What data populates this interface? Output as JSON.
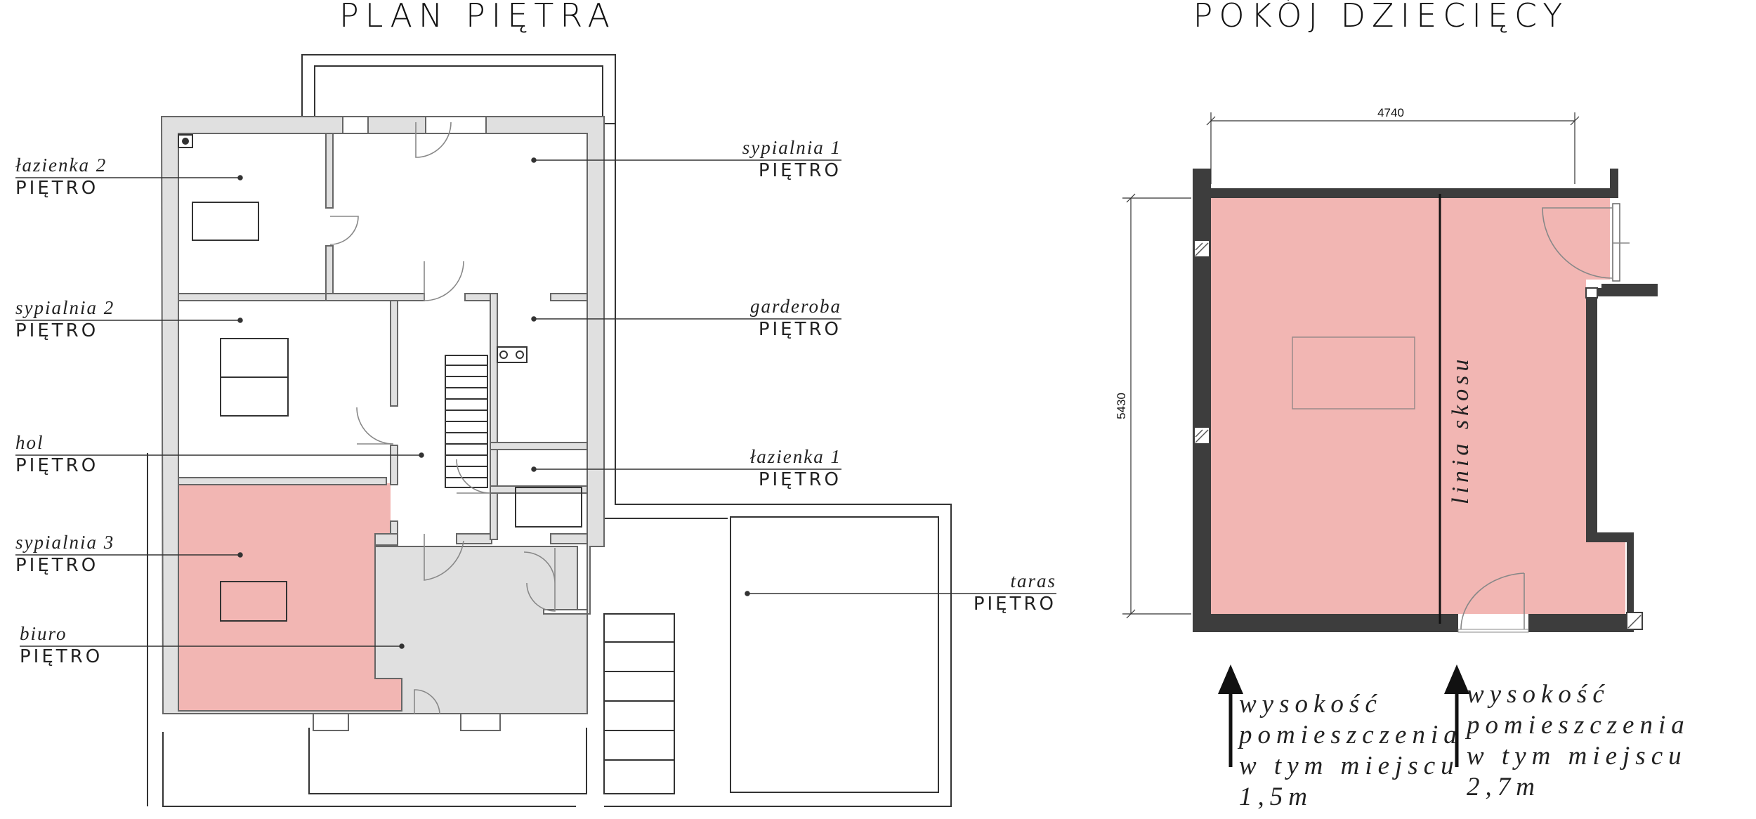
{
  "floor_plan": {
    "title": "PLAN PIĘTRA",
    "rooms": [
      {
        "name": "łazienka 2",
        "level": "PIĘTRO"
      },
      {
        "name": "sypialnia 2",
        "level": "PIĘTRO"
      },
      {
        "name": "hol",
        "level": "PIĘTRO"
      },
      {
        "name": "sypialnia 3",
        "level": "PIĘTRO"
      },
      {
        "name": "biuro",
        "level": "PIĘTRO"
      },
      {
        "name": "sypialnia 1",
        "level": "PIĘTRO"
      },
      {
        "name": "garderoba",
        "level": "PIĘTRO"
      },
      {
        "name": "łazienka 1",
        "level": "PIĘTRO"
      },
      {
        "name": "taras",
        "level": "PIĘTRO"
      }
    ],
    "highlighted_room": "sypialnia 3"
  },
  "room_detail": {
    "title": "POKÓJ DZIECIĘCY",
    "width_dim": "4740",
    "height_dim": "5430",
    "slope_line_label": "linia skosu",
    "notes": [
      {
        "lines": [
          "wysokość",
          "pomieszczenia",
          "w tym miejscu",
          "1,5m"
        ]
      },
      {
        "lines": [
          "wysokość",
          "pomieszczenia",
          "w tym miejscu",
          "2,7m"
        ]
      }
    ]
  },
  "colors": {
    "highlight": "#f2b6b3",
    "wall_fill": "#e0e0e0",
    "dark_wall": "#3d3d3d"
  }
}
